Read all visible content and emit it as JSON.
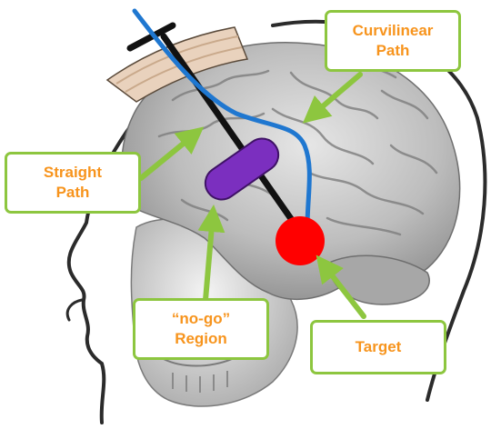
{
  "callouts": {
    "curvilinear": {
      "line1": "Curvilinear",
      "line2": "Path"
    },
    "straight": {
      "line1": "Straight",
      "line2": "Path"
    },
    "nogo": {
      "line1": "“no-go”",
      "line2": "Region"
    },
    "target": {
      "line1": "Target"
    }
  },
  "colors": {
    "callout_border": "#8dc63f",
    "callout_text": "#f7941d",
    "arrow": "#8dc63f",
    "curvilinear_path": "#1f77d0",
    "straight_path": "#111111",
    "nogo_region": "#7b2fbf",
    "target": "#ff0000",
    "skull_cap": "#e9d2bd"
  },
  "icons": [
    "head-illustration",
    "brain-illustration",
    "skull-illustration",
    "arrow-icon"
  ]
}
